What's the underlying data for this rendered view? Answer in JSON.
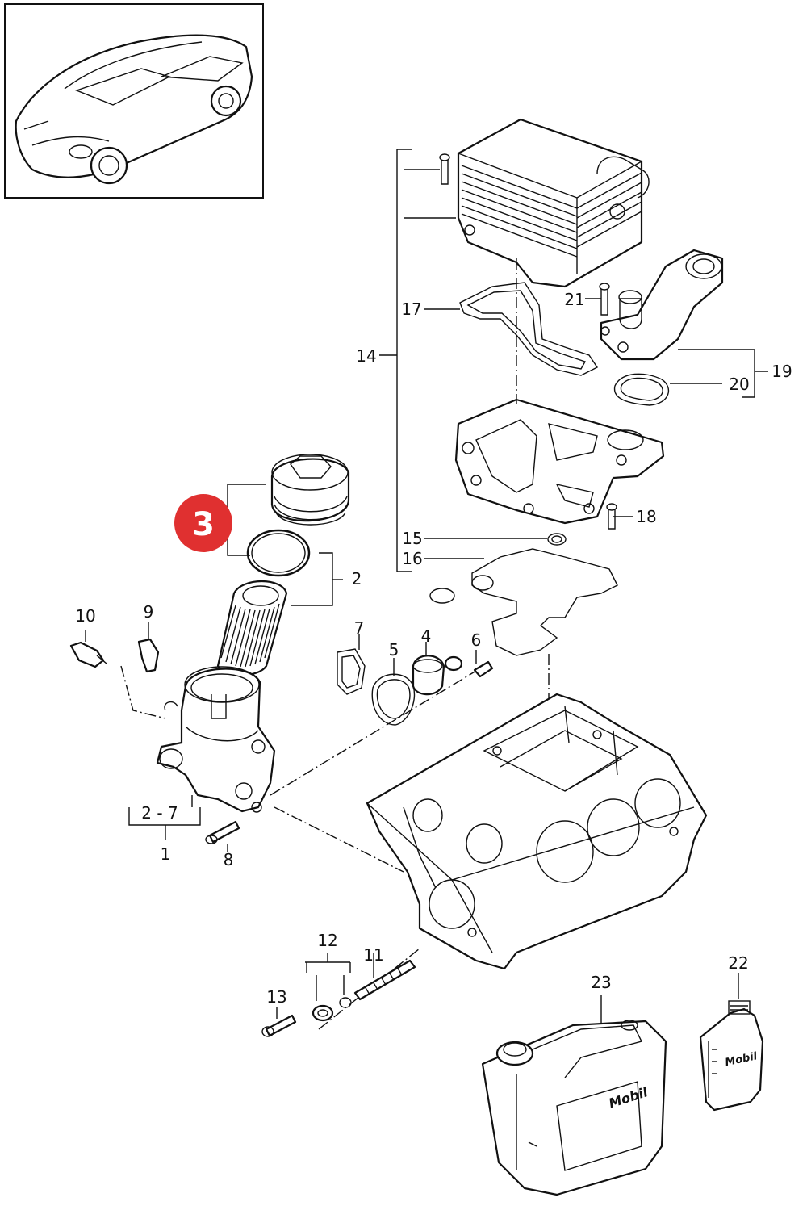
{
  "diagram": {
    "callouts": [
      {
        "id": "c1",
        "text": "1"
      },
      {
        "id": "c2",
        "text": "2"
      },
      {
        "id": "c2-7",
        "text": "2 - 7"
      },
      {
        "id": "c4",
        "text": "4"
      },
      {
        "id": "c5",
        "text": "5"
      },
      {
        "id": "c6",
        "text": "6"
      },
      {
        "id": "c7",
        "text": "7"
      },
      {
        "id": "c8",
        "text": "8"
      },
      {
        "id": "c9",
        "text": "9"
      },
      {
        "id": "c10",
        "text": "10"
      },
      {
        "id": "c11",
        "text": "11"
      },
      {
        "id": "c12",
        "text": "12"
      },
      {
        "id": "c13",
        "text": "13"
      },
      {
        "id": "c14",
        "text": "14"
      },
      {
        "id": "c15",
        "text": "15"
      },
      {
        "id": "c16",
        "text": "16"
      },
      {
        "id": "c17",
        "text": "17"
      },
      {
        "id": "c18",
        "text": "18"
      },
      {
        "id": "c19",
        "text": "19"
      },
      {
        "id": "c20",
        "text": "20"
      },
      {
        "id": "c21",
        "text": "21"
      },
      {
        "id": "c22",
        "text": "22"
      },
      {
        "id": "c23",
        "text": "23"
      }
    ],
    "highlight": {
      "text": "3",
      "color": "#e03030"
    },
    "brand_labels": {
      "bottle": "Mobil",
      "canister": "Mobil"
    }
  }
}
